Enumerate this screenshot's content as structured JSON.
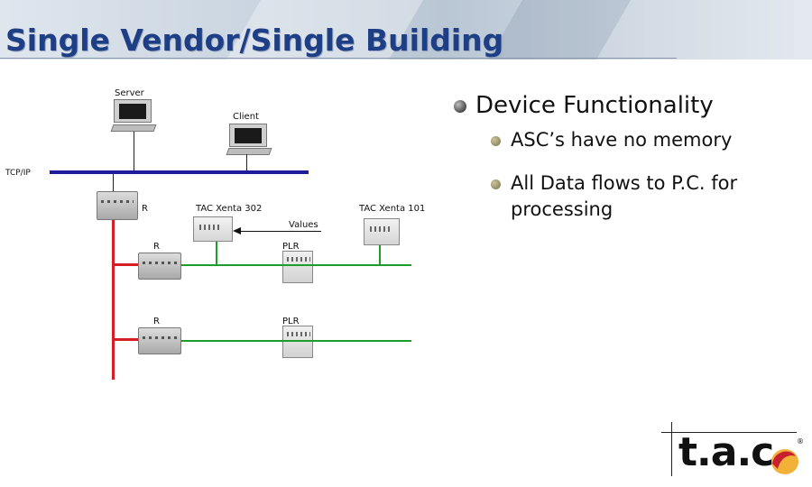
{
  "header": {
    "title": "Single Vendor/Single Building"
  },
  "diagram": {
    "server_label": "Server",
    "client_label": "Client",
    "network_label": "TCP/IP",
    "router_top_label": "R",
    "xenta302_label": "TAC Xenta 302",
    "xenta101_label": "TAC Xenta 101",
    "values_label": "Values",
    "router_mid_label": "R",
    "plr_mid_label": "PLR",
    "router_bottom_label": "R",
    "plr_bottom_label": "PLR"
  },
  "bullets": {
    "heading": "Device Functionality",
    "items": [
      {
        "text": "ASC’s have no memory"
      },
      {
        "text": "All Data flows to P.C. for processing"
      }
    ]
  },
  "logo": {
    "text": "t.a.c",
    "registered": "®"
  },
  "colors": {
    "title": "#1e3f86",
    "bus": "#1c1c9c",
    "red_line": "#d41f26",
    "green_line": "#1d9e2b",
    "logo_swoosh_red": "#c8202f",
    "logo_swoosh_yellow": "#f2b23a"
  }
}
